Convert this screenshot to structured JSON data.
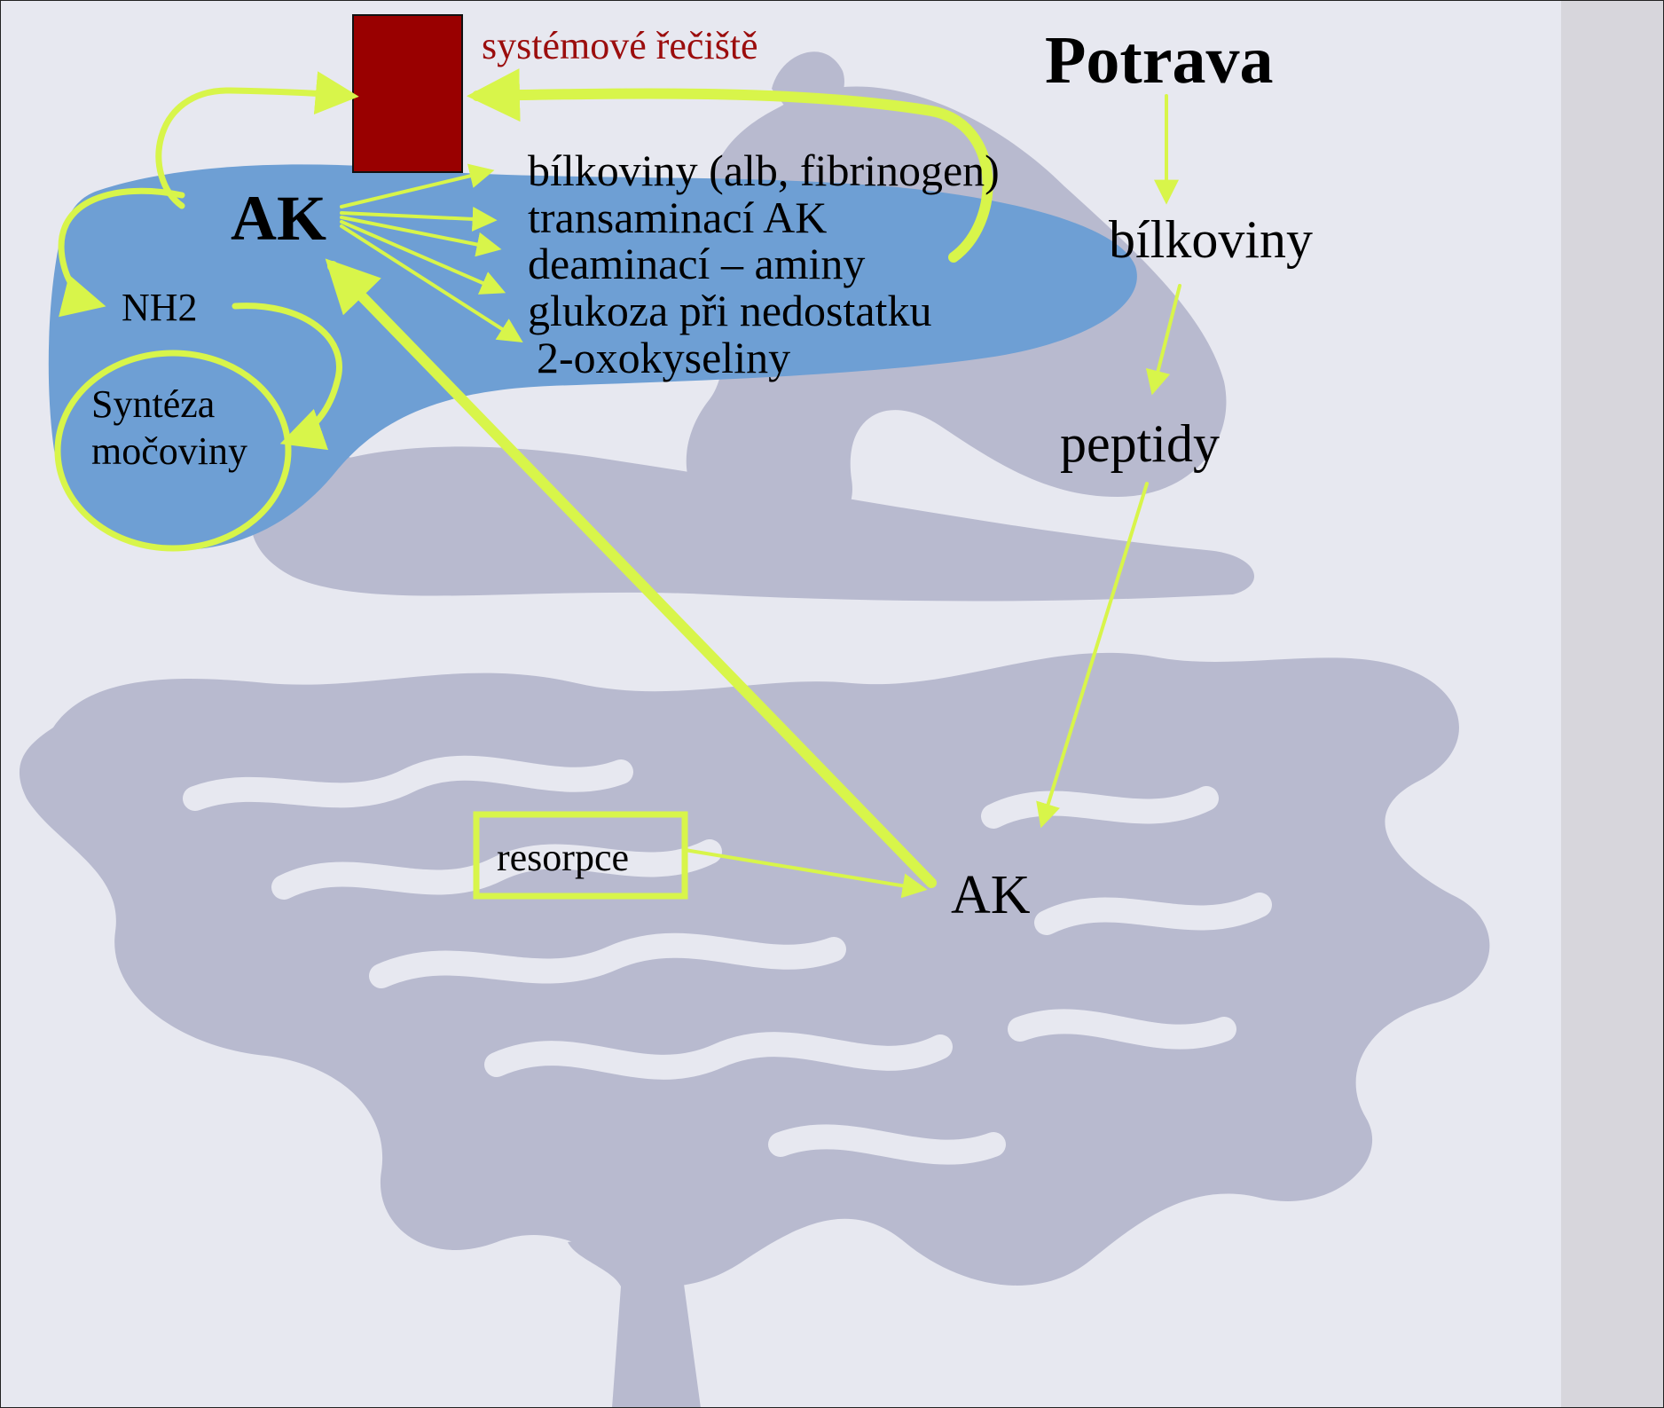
{
  "labels": {
    "systemic": "systémové řečiště",
    "food": "Potrava",
    "amino_acids_liver": "AK",
    "functions": [
      "bílkoviny (alb, fibrinogen)",
      "transaminací AK",
      "deaminací – aminy",
      "glukoza při nedostatku",
      "2-oxokyseliny"
    ],
    "proteins": "bílkoviny",
    "peptides": "peptidy",
    "amino_group": "NH2",
    "urea_synthesis_line1": "Syntéza",
    "urea_synthesis_line2": "močoviny",
    "resorption": "resorpce",
    "amino_acids_intestine": "AK"
  },
  "colors": {
    "background": "#e7e8f0",
    "organ_gray": "#b8bacf",
    "liver_blue": "#6e9fd4",
    "arrow_green": "#d8f54a",
    "systemic_box": "#990000",
    "systemic_text": "#9b0d0d"
  },
  "icons": {
    "systemic_circulation": "red-rectangle",
    "liver": "blue-liver-shape",
    "digestive_tract": "gray-intestine-silhouette"
  }
}
